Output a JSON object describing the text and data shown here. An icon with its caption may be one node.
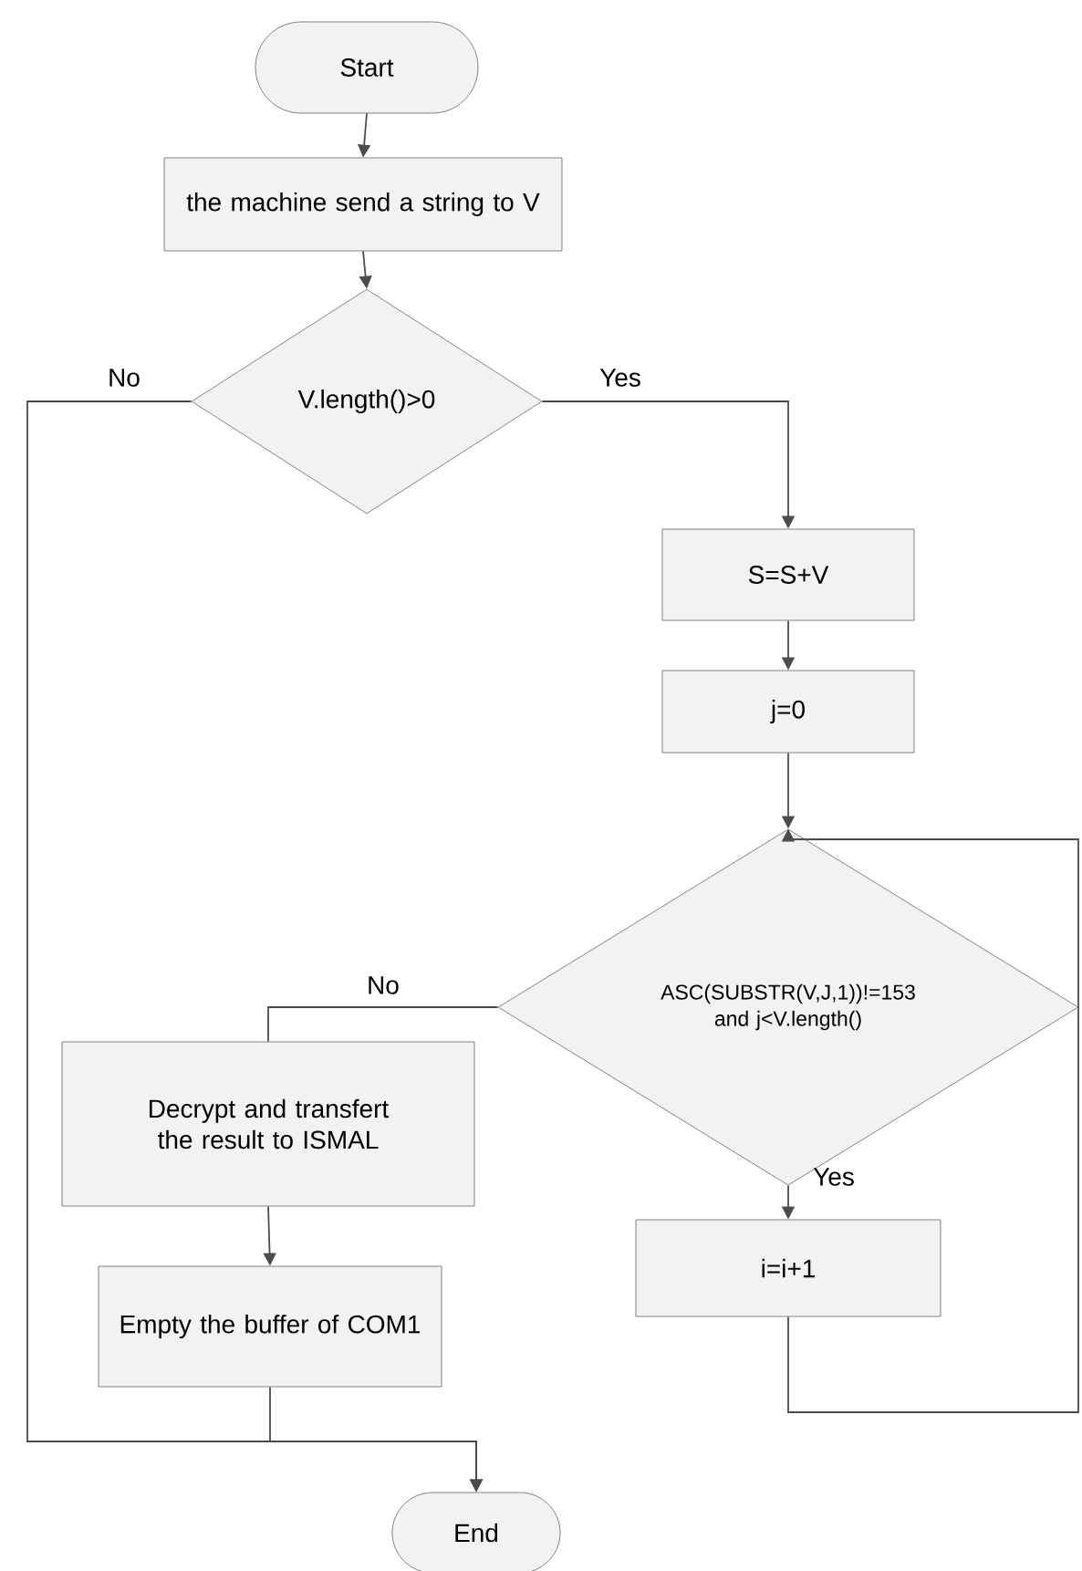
{
  "diagram": {
    "nodes": [
      {
        "text": [
          "Start"
        ]
      },
      {
        "text": [
          "the machine send a string to V"
        ]
      },
      {
        "text": [
          "V.length()>0"
        ]
      },
      {
        "text": [
          "S=S+V"
        ]
      },
      {
        "text": [
          "j=0"
        ]
      },
      {
        "text": [
          "ASC(SUBSTR(V,J,1))!=153 and j<V.length()"
        ]
      },
      {
        "text": [
          "Decrypt and transfert the result to ISMAL"
        ]
      },
      {
        "text": [
          "Empty the buffer of COM1"
        ]
      },
      {
        "text": [
          "i=i+1"
        ]
      },
      {
        "text": [
          "End"
        ]
      }
    ],
    "edges": [
      {
        "from": 0,
        "to": 1,
        "arrow": "to"
      },
      {
        "from": 1,
        "to": 2,
        "arrow": "to"
      },
      {
        "from": 2,
        "to": 3,
        "arrow": "to",
        "label": "Yes"
      },
      {
        "from": 2,
        "to": 9,
        "arrow": "to",
        "label": "No"
      },
      {
        "from": 3,
        "to": 4,
        "arrow": "to"
      },
      {
        "from": 4,
        "to": 5,
        "arrow": "to"
      },
      {
        "from": 5,
        "to": 6,
        "arrow": "none",
        "label": "No"
      },
      {
        "from": 5,
        "to": 8,
        "arrow": "to",
        "label": "Yes"
      },
      {
        "from": 6,
        "to": 7,
        "arrow": "to"
      },
      {
        "from": 7,
        "to": 9,
        "arrow": "to"
      },
      {
        "from": 8,
        "to": 5,
        "arrow": "to"
      }
    ]
  }
}
